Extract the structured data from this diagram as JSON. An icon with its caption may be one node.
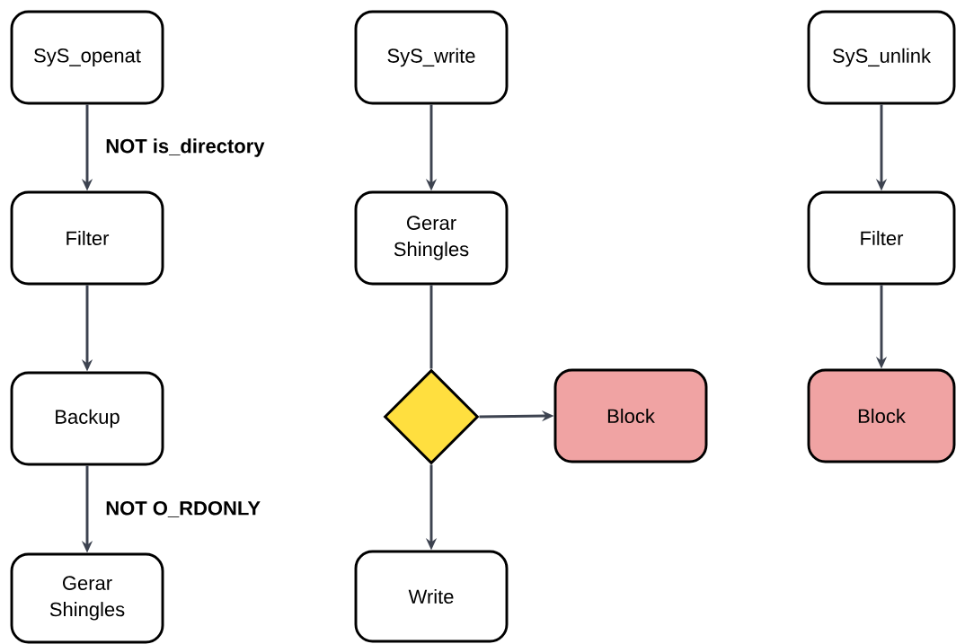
{
  "diagram": {
    "nodes": [
      {
        "text": [
          "SyS_openat"
        ]
      },
      {
        "text": [
          "Filter"
        ]
      },
      {
        "text": [
          "Backup"
        ]
      },
      {
        "text": [
          "Gerar Shingles"
        ]
      },
      {
        "text": [
          "SyS_write"
        ]
      },
      {
        "text": [
          "Gerar Shingles"
        ]
      },
      {
        "text": [],
        "shape": "diamond"
      },
      {
        "text": [
          "Block"
        ]
      },
      {
        "text": [
          "Write"
        ]
      },
      {
        "text": [
          "SyS_unlink"
        ]
      },
      {
        "text": [
          "Filter"
        ]
      },
      {
        "text": [
          "Block"
        ]
      }
    ],
    "edges": [
      {
        "from": 0,
        "to": 1,
        "arrow": "to",
        "label": "NOT is_directory"
      },
      {
        "from": 1,
        "to": 2,
        "arrow": "to"
      },
      {
        "from": 2,
        "to": 3,
        "arrow": "to",
        "label": "NOT O_RDONLY"
      },
      {
        "from": 4,
        "to": 5,
        "arrow": "to"
      },
      {
        "from": 5,
        "to": 6,
        "arrow": "none"
      },
      {
        "from": 6,
        "to": 7,
        "arrow": "to"
      },
      {
        "from": 6,
        "to": 8,
        "arrow": "to"
      },
      {
        "from": 9,
        "to": 10,
        "arrow": "to"
      },
      {
        "from": 10,
        "to": 11,
        "arrow": "to"
      }
    ]
  }
}
